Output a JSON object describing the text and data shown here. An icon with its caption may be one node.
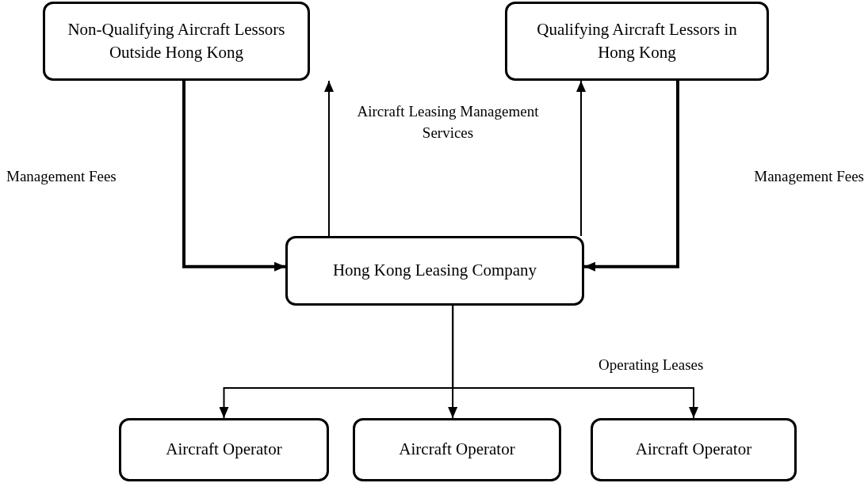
{
  "diagram": {
    "nodes": [
      {
        "text": [
          "Non-Qualifying Aircraft Lessors Outside Hong Kong"
        ]
      },
      {
        "text": [
          "Qualifying Aircraft Lessors in Hong Kong"
        ]
      },
      {
        "text": [
          "Hong Kong Leasing Company"
        ]
      },
      {
        "text": [
          "Aircraft Operator"
        ]
      },
      {
        "text": [
          "Aircraft Operator"
        ]
      },
      {
        "text": [
          "Aircraft Operator"
        ]
      }
    ],
    "edges": [
      {
        "from": 0,
        "to": 2,
        "arrow": "to",
        "style": "thick"
      },
      {
        "from": 2,
        "to": 0,
        "arrow": "to"
      },
      {
        "from": 2,
        "to": 1,
        "arrow": "to"
      },
      {
        "from": 1,
        "to": 2,
        "arrow": "to",
        "style": "thick"
      },
      {
        "from": 2,
        "to": 3,
        "arrow": "to"
      },
      {
        "from": 2,
        "to": 4,
        "arrow": "to"
      },
      {
        "from": 2,
        "to": 5,
        "arrow": "to"
      }
    ],
    "labels": [
      "Aircraft Leasing Management Services",
      "Management Fees",
      "Management Fees",
      "Operating Leases"
    ]
  }
}
